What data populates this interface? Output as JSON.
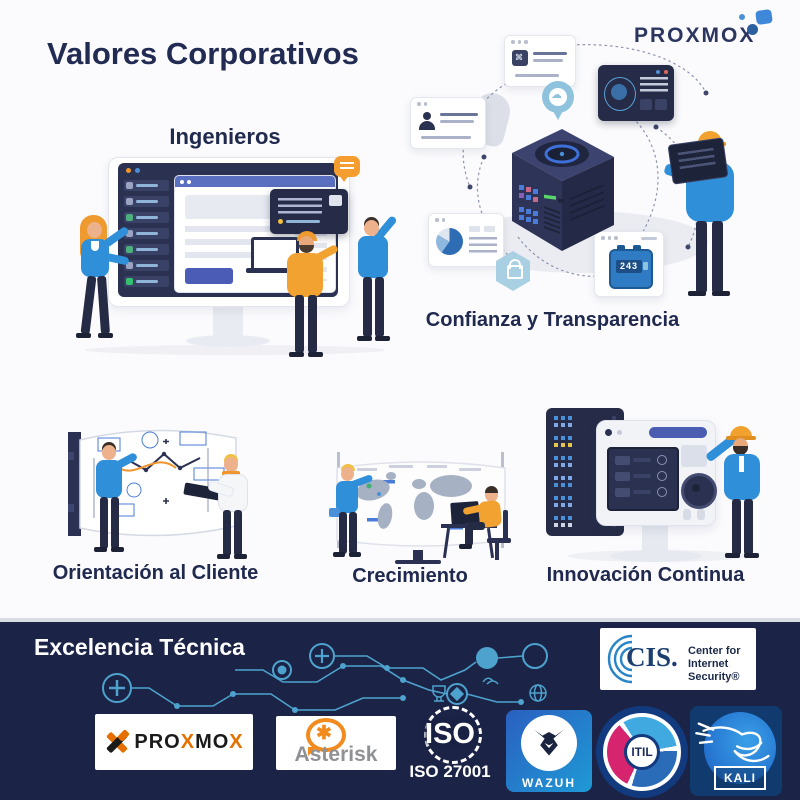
{
  "header": {
    "title": "Valores Corporativos",
    "brand": "PROXMOX"
  },
  "sections": {
    "ingenieros": "Ingenieros",
    "confianza": "Confianza y Transparencia",
    "orientacion": "Orientación al Cliente",
    "crecimiento": "Crecimiento",
    "innovacion": "Innovación Continua",
    "excelencia": "Excelencia Técnica"
  },
  "illustrations": {
    "device_display": "243"
  },
  "icons": {
    "asterisk_glyph": "✱"
  },
  "footer_logos": {
    "cis": {
      "abbr": "CIS.",
      "line1": "Center for",
      "line2": "Internet Security®"
    },
    "proxmox": {
      "p1": "PRO",
      "x1": "X",
      "p2": "MO",
      "x2": "X"
    },
    "asterisk": {
      "label": "Asterisk"
    },
    "iso": {
      "seal": "ISO",
      "label": "ISO 27001"
    },
    "wazuh": {
      "label": "WAZUH"
    },
    "itil": {
      "label": "ITIL"
    },
    "kali": {
      "label": "KALI"
    }
  },
  "colors": {
    "navy_text": "#20294e",
    "band_bg": "#1b2346",
    "accent_blue": "#2f8fd8",
    "accent_orange": "#f0952e",
    "circuit_blue": "#4da3cd",
    "proxmox_orange": "#e57000",
    "itil_pink": "#d6246e",
    "itil_light_blue": "#3fa9e0",
    "kali_blue": "#1b5fc4"
  }
}
